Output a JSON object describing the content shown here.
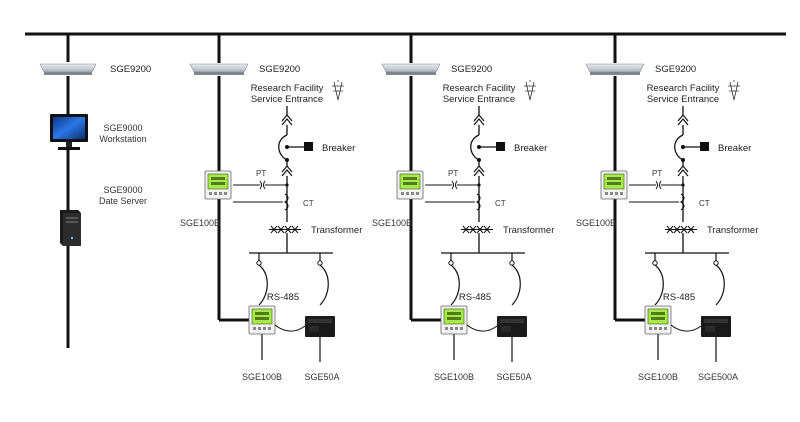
{
  "bus": {
    "color": "#111111"
  },
  "server_rack": "SGE9200",
  "workstation": [
    "SGE9000",
    "Workstation"
  ],
  "data_server": [
    "SGE9000",
    "Date Server"
  ],
  "feeders": [
    {
      "rack_label": "SGE9200",
      "entrance": [
        "Research Facility",
        "Service Entrance"
      ],
      "breaker": "Breaker",
      "pt": "PT",
      "ct": "CT",
      "transformer": "Transformer",
      "meter_top": "SGE100B",
      "rs485": "RS-485",
      "meter_bottom": "SGE100B",
      "relay": "SGE50A"
    },
    {
      "rack_label": "SGE9200",
      "entrance": [
        "Research Facility",
        "Service Entrance"
      ],
      "breaker": "Breaker",
      "pt": "PT",
      "ct": "CT",
      "transformer": "Transformer",
      "meter_top": "SGE100B",
      "rs485": "RS-485",
      "meter_bottom": "SGE100B",
      "relay": "SGE50A"
    },
    {
      "rack_label": "SGE9200",
      "entrance": [
        "Research Facility",
        "Service Entrance"
      ],
      "breaker": "Breaker",
      "pt": "PT",
      "ct": "CT",
      "transformer": "Transformer",
      "meter_top": "SGE100B",
      "rs485": "RS-485",
      "meter_bottom": "SGE100B",
      "relay": "SGE500A"
    }
  ],
  "colors": {
    "meter_screen": "#a8e84a",
    "meter_body": "#f2f2f2",
    "relay_body": "#1a1a1a",
    "monitor_screen": "#1e5fd0"
  },
  "icons": [
    "rack-server-icon",
    "monitor-icon",
    "tower-server-icon",
    "power-tower-icon",
    "breaker-icon",
    "meter-icon",
    "relay-icon"
  ]
}
